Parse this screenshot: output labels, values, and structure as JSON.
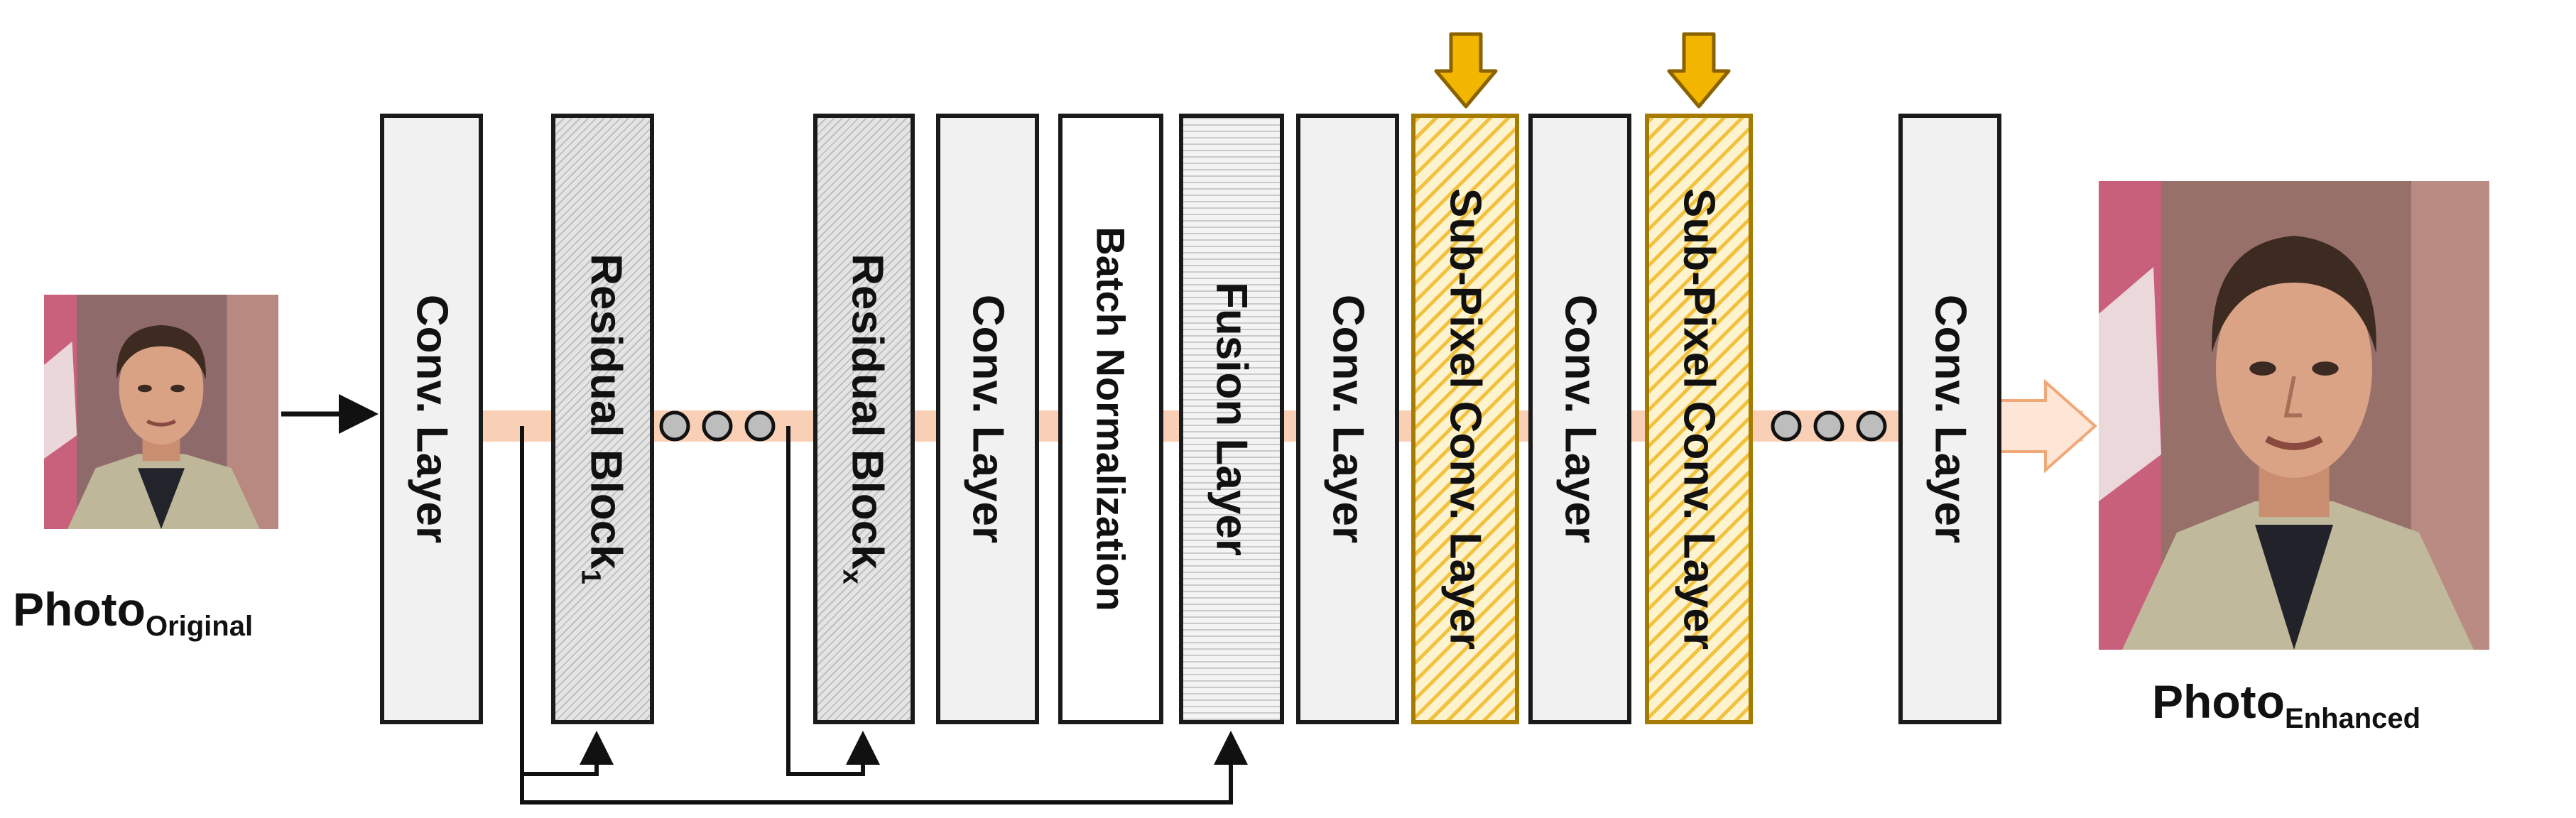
{
  "blocks": [
    {
      "id": "conv-1",
      "label": "Conv. Layer",
      "sub": ""
    },
    {
      "id": "residual-1",
      "label": "Residual Block",
      "sub": "1"
    },
    {
      "id": "residual-x",
      "label": "Residual Block",
      "sub": "x"
    },
    {
      "id": "conv-2",
      "label": "Conv. Layer",
      "sub": ""
    },
    {
      "id": "batch-norm",
      "label": "Batch Normalization",
      "sub": ""
    },
    {
      "id": "fusion",
      "label": "Fusion Layer",
      "sub": ""
    },
    {
      "id": "conv-3",
      "label": "Conv. Layer",
      "sub": ""
    },
    {
      "id": "subpixel-1",
      "label": "Sub-Pixel Conv. Layer",
      "sub": ""
    },
    {
      "id": "conv-4",
      "label": "Conv. Layer",
      "sub": ""
    },
    {
      "id": "subpixel-2",
      "label": "Sub-Pixel Conv. Layer",
      "sub": ""
    },
    {
      "id": "conv-5",
      "label": "Conv. Layer",
      "sub": ""
    }
  ],
  "photo_original": {
    "main": "Photo",
    "sub": "Original"
  },
  "photo_enhanced": {
    "main": "Photo",
    "sub": "Enhanced"
  },
  "colors": {
    "flow": "#f8c8a8",
    "subpixel_accent": "#f2b500",
    "block_border": "#1a1a1a"
  }
}
